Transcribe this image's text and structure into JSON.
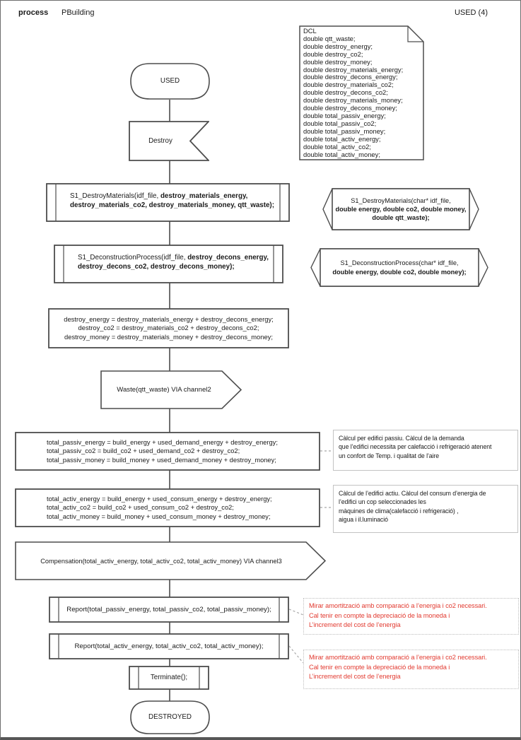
{
  "header": {
    "process_label": "process",
    "process_name": "PBuilding",
    "page_ref": "USED (4)"
  },
  "dcl_note": {
    "lines": [
      "DCL",
      "double qtt_waste;",
      "double destroy_energy;",
      "double destroy_co2;",
      "double destroy_money;",
      "double destroy_materials_energy;",
      "double destroy_decons_energy;",
      "double destroy_materials_co2;",
      "double destroy_decons_co2;",
      "double destroy_materials_money;",
      "double destroy_decons_money;",
      "double total_passiv_energy;",
      "double total_passiv_co2;",
      "double total_passiv_money;",
      "double total_activ_energy;",
      "double total_activ_co2;",
      "double total_activ_money;"
    ]
  },
  "nodes": {
    "start_state": {
      "label": "USED"
    },
    "input_destroy": {
      "label": "Destroy"
    },
    "call_destroy_materials": {
      "text_regular": "S1_DestroyMaterials(idf_file, ",
      "text_bold": "destroy_materials_energy, destroy_materials_co2, destroy_materials_money, qtt_waste);"
    },
    "decl_destroy_materials": {
      "line1": "S1_DestroyMaterials(char* idf_file,",
      "line2": "double energy, double co2, double money,",
      "line3": "double qtt_waste);"
    },
    "call_deconstruction": {
      "text_regular": "S1_DeconstructionProcess(idf_file, ",
      "text_bold": "destroy_decons_energy, destroy_decons_co2, destroy_decons_money);"
    },
    "decl_deconstruction": {
      "line1": "S1_DeconstructionProcess(char* idf_file,",
      "line2": "double energy, double co2, double money);"
    },
    "task_destroy_totals": {
      "line1": "destroy_energy = destroy_materials_energy + destroy_decons_energy;",
      "line2": "destroy_co2 = destroy_materials_co2 + destroy_decons_co2;",
      "line3": "destroy_money = destroy_materials_money + destroy_decons_money;"
    },
    "output_waste": {
      "label": "Waste(qtt_waste) VIA channel2"
    },
    "task_passiv": {
      "line1": "total_passiv_energy = build_energy + used_demand_energy + destroy_energy;",
      "line2": "total_passiv_co2 = build_co2 + used_demand_co2 + destroy_co2;",
      "line3": "total_passiv_money =  build_money + used_demand_money + destroy_money;"
    },
    "comment_passiv": {
      "line1": "Càlcul per edifici passiu. Càlcul de la demanda",
      "line2": "que l’edifici necessita per calefacció i refrigeració atenent",
      "line3": "un confort de Temp.  i qualitat de l’aire"
    },
    "task_activ": {
      "line1": "total_activ_energy = build_energy + used_consum_energy + destroy_energy;",
      "line2": "total_activ_co2 =  build_co2 + used_consum_co2 + destroy_co2;",
      "line3": "total_activ_money = build_money + used_consum_money + destroy_money;"
    },
    "comment_activ": {
      "line1": "Càlcul de l’edifici actiu. Càlcul del consum d’energia de",
      "line2": "l’edifici un cop seleccionades les",
      "line3": "màquines de clima(calefacció i refrigeració) ,",
      "line4": "aigua i il.luminació"
    },
    "output_compensation": {
      "label": "Compensation(total_activ_energy, total_activ_co2, total_activ_money) VIA channel3"
    },
    "call_report_passiv": {
      "label": "Report(total_passiv_energy, total_passiv_co2, total_passiv_money);"
    },
    "note_report_passiv": {
      "line1": "Mirar amortització amb comparació a l’energia i co2 necessari.",
      "line2": "Cal tenir en compte la depreciació de la moneda i",
      "line3": "L’increment del cost de l’energia"
    },
    "call_report_activ": {
      "label": "Report(total_activ_energy, total_activ_co2, total_activ_money);"
    },
    "note_report_activ": {
      "line1": "Mirar amortització amb comparació a l’energia i co2 necessari.",
      "line2": "Cal tenir en compte la depreciació de la moneda i",
      "line3": "L’increment del cost de l’energia"
    },
    "call_terminate": {
      "label": "Terminate();"
    },
    "end_state": {
      "label": "DESTROYED"
    }
  },
  "colors": {
    "shape_stroke": "#4d4d4d",
    "connector": "#333333",
    "dashed_connector": "#a8a8a8",
    "comment_border": "#c3c3c3",
    "annotation_red": "#e23b31"
  }
}
